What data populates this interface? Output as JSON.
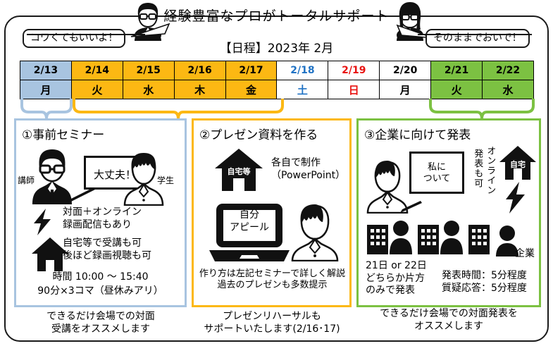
{
  "header": {
    "title": "経験豊富なプロがトータルサポート",
    "schedule_label": "【日程】2023年 2月",
    "bubble_left": "コワくてもいいよ！",
    "bubble_right": "そのままでおいで！",
    "avatar_left_name": "instructor-male-avatar",
    "avatar_right_name": "instructor-female-avatar"
  },
  "calendar": {
    "cells": [
      {
        "date": "2/13",
        "day": "月",
        "fill": "#a8c4e0",
        "date_color": "#000000",
        "day_color": "#000000"
      },
      {
        "date": "2/14",
        "day": "火",
        "fill": "#fcb813",
        "date_color": "#000000",
        "day_color": "#000000"
      },
      {
        "date": "2/15",
        "day": "水",
        "fill": "#fcb813",
        "date_color": "#000000",
        "day_color": "#000000"
      },
      {
        "date": "2/16",
        "day": "木",
        "fill": "#fcb813",
        "date_color": "#000000",
        "day_color": "#000000"
      },
      {
        "date": "2/17",
        "day": "金",
        "fill": "#fcb813",
        "date_color": "#000000",
        "day_color": "#000000"
      },
      {
        "date": "2/18",
        "day": "土",
        "fill": "#ffffff",
        "date_color": "#1f72c4",
        "day_color": "#1f72c4"
      },
      {
        "date": "2/19",
        "day": "日",
        "fill": "#ffffff",
        "date_color": "#e8110f",
        "day_color": "#e8110f"
      },
      {
        "date": "2/20",
        "day": "月",
        "fill": "#ffffff",
        "date_color": "#000000",
        "day_color": "#000000"
      },
      {
        "date": "2/21",
        "day": "火",
        "fill": "#7cc142",
        "date_color": "#000000",
        "day_color": "#000000"
      },
      {
        "date": "2/22",
        "day": "水",
        "fill": "#7cc142",
        "date_color": "#000000",
        "day_color": "#000000"
      }
    ]
  },
  "panels": [
    {
      "title": "①事前セミナー",
      "accent": "#a8c4e0",
      "board_text": "大丈夫！",
      "label_left": "講師",
      "label_right": "学生",
      "line_online": "対面＋オンライン\n録画配信もあり",
      "line_home": "自宅等で受講も可\n後ほど録画視聴も可",
      "line_time": "時間 10:00 ～ 15:40",
      "line_slots": "90分×3コマ（昼休みアリ）",
      "footnote": "できるだけ会場での対面\n受講をオススメします"
    },
    {
      "title": "②プレゼン資料を作る",
      "accent": "#fcb813",
      "house_label": "自宅等",
      "line_make": "各自で制作\n（PowerPoint）",
      "laptop_text": "自分\nアピール",
      "line_howto": "作り方は左記セミナーで詳しく解説\n過去のプレゼンも多数提示",
      "footnote": "プレゼンリハーサルも\nサポートいたします(2/16･17)"
    },
    {
      "title": "③企業に向けて発表",
      "accent": "#7cc142",
      "board_text": "私に\nついて",
      "vertical_1": "発表も可",
      "vertical_2": "オンライン",
      "house_label": "自宅",
      "label_company": "企業",
      "line_days": "21日 or 22日\nどちらか片方\nのみで発表",
      "line_timing": "発表時間：5分程度\n質疑応答：5分程度",
      "footnote": "できるだけ会場での対面発表を\nオススメします"
    }
  ]
}
